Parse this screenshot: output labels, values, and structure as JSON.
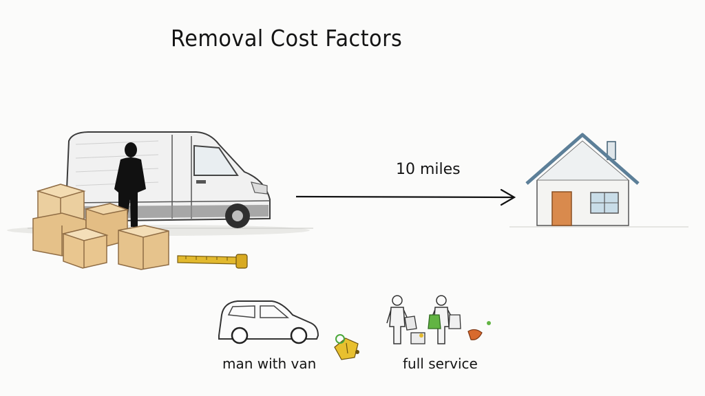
{
  "title": "Removal Cost Factors",
  "distance": {
    "label": "10 miles"
  },
  "options": {
    "man_with_van": {
      "label": "man with van"
    },
    "full_service": {
      "label": "full service"
    }
  },
  "colors": {
    "ink": "#1a1a1a",
    "box": "#e7c48f",
    "box_edge": "#a88152",
    "house_roof": "#5c7f98",
    "door": "#d98a4d",
    "window": "#c9dde8",
    "tape": "#e2b92e",
    "accent_green": "#62b443",
    "accent_orange": "#d86a2e"
  },
  "icons": [
    "van-icon",
    "silhouette-person-icon",
    "boxes-icon",
    "tape-measure-icon",
    "arrow-icon",
    "house-icon",
    "car-icon",
    "keys-icon",
    "movers-icon",
    "luggage-icon"
  ]
}
